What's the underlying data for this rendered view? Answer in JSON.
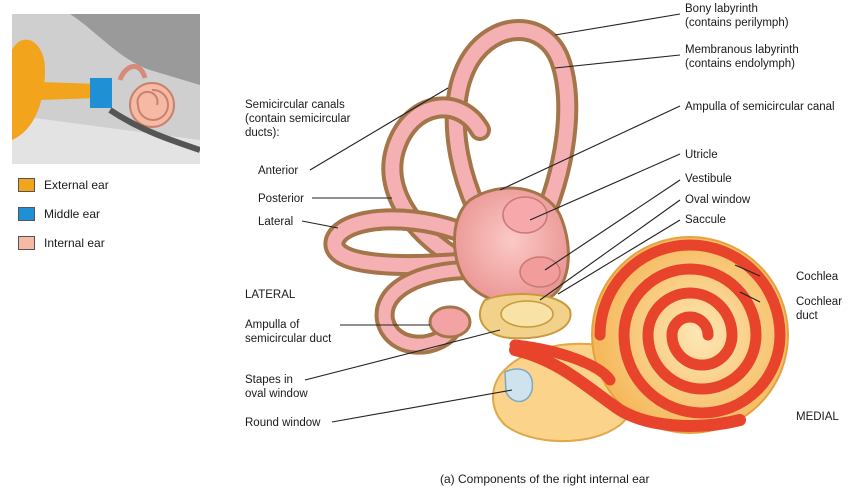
{
  "colors": {
    "external": "#f2a41d",
    "middle": "#1f8fd6",
    "internal": "#f6b9a3",
    "bony": "#a5754a",
    "membranous": "#f5b0b4",
    "cochlea_outer": "#fbd38b",
    "cochlea_duct": "#e8432b"
  },
  "legend": [
    {
      "label": "External ear",
      "color": "#f2a41d"
    },
    {
      "label": "Middle ear",
      "color": "#1f8fd6"
    },
    {
      "label": "Internal ear",
      "color": "#f6b9a3"
    }
  ],
  "labels": {
    "bony": "Bony labyrinth\n(contains perilymph)",
    "membranous": "Membranous labyrinth\n(contains endolymph)",
    "semicircular": "Semicircular canals\n(contain semicircular\nducts):",
    "anterior": "Anterior",
    "posterior": "Posterior",
    "lateral": "Lateral",
    "ampulla_canal": "Ampulla of semicircular canal",
    "utricle": "Utricle",
    "vestibule": "Vestibule",
    "oval_window": "Oval window",
    "saccule": "Saccule",
    "cochlea": "Cochlea",
    "cochlear_duct": "Cochlear\nduct",
    "lateral_dir": "LATERAL",
    "medial_dir": "MEDIAL",
    "ampulla_duct": "Ampulla of\nsemicircular duct",
    "stapes": "Stapes in\noval window",
    "round_window": "Round window"
  },
  "caption": "(a) Components of the right internal ear"
}
